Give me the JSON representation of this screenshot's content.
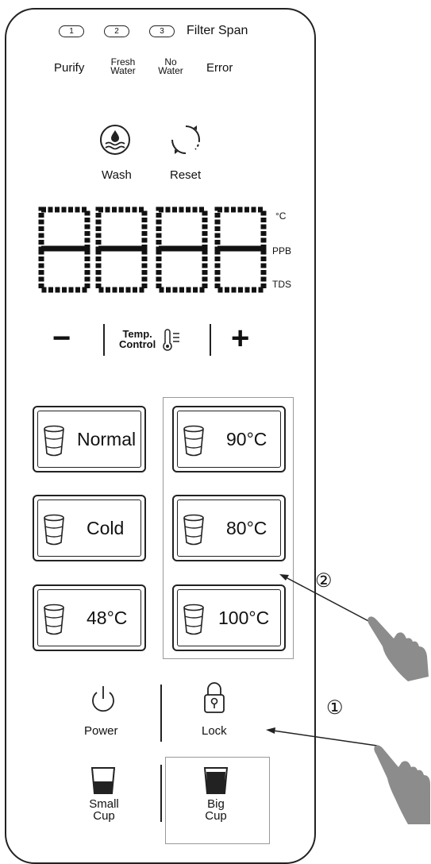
{
  "indicators": {
    "filters": [
      "1",
      "2",
      "3"
    ],
    "filter_label": "Filter Span",
    "purify": "Purify",
    "fresh_water": [
      "Fresh",
      "Water"
    ],
    "no_water": [
      "No",
      "Water"
    ],
    "error": "Error"
  },
  "actions": {
    "wash": "Wash",
    "reset": "Reset"
  },
  "display": {
    "units": [
      "°C",
      "PPB",
      "TDS"
    ]
  },
  "temp_control": {
    "minus": "−",
    "label": [
      "Temp.",
      "Control"
    ],
    "plus": "+"
  },
  "buttons": {
    "normal": "Normal",
    "cold": "Cold",
    "t48": "48°C",
    "t90": "90°C",
    "t80": "80°C",
    "t100": "100°C"
  },
  "bottom": {
    "power": "Power",
    "lock": "Lock",
    "small_cup": [
      "Small",
      "Cup"
    ],
    "big_cup": [
      "Big",
      "Cup"
    ]
  },
  "callouts": {
    "one": "①",
    "two": "②"
  },
  "icons": [
    "wash-icon",
    "reset-icon",
    "thermometer-icon",
    "glass-icon",
    "power-icon",
    "lock-icon",
    "small-cup-icon",
    "big-cup-icon",
    "hand-pointer-icon"
  ],
  "colors": {
    "line": "#222222",
    "box": "#999999",
    "hand": "#8c8c8c"
  }
}
